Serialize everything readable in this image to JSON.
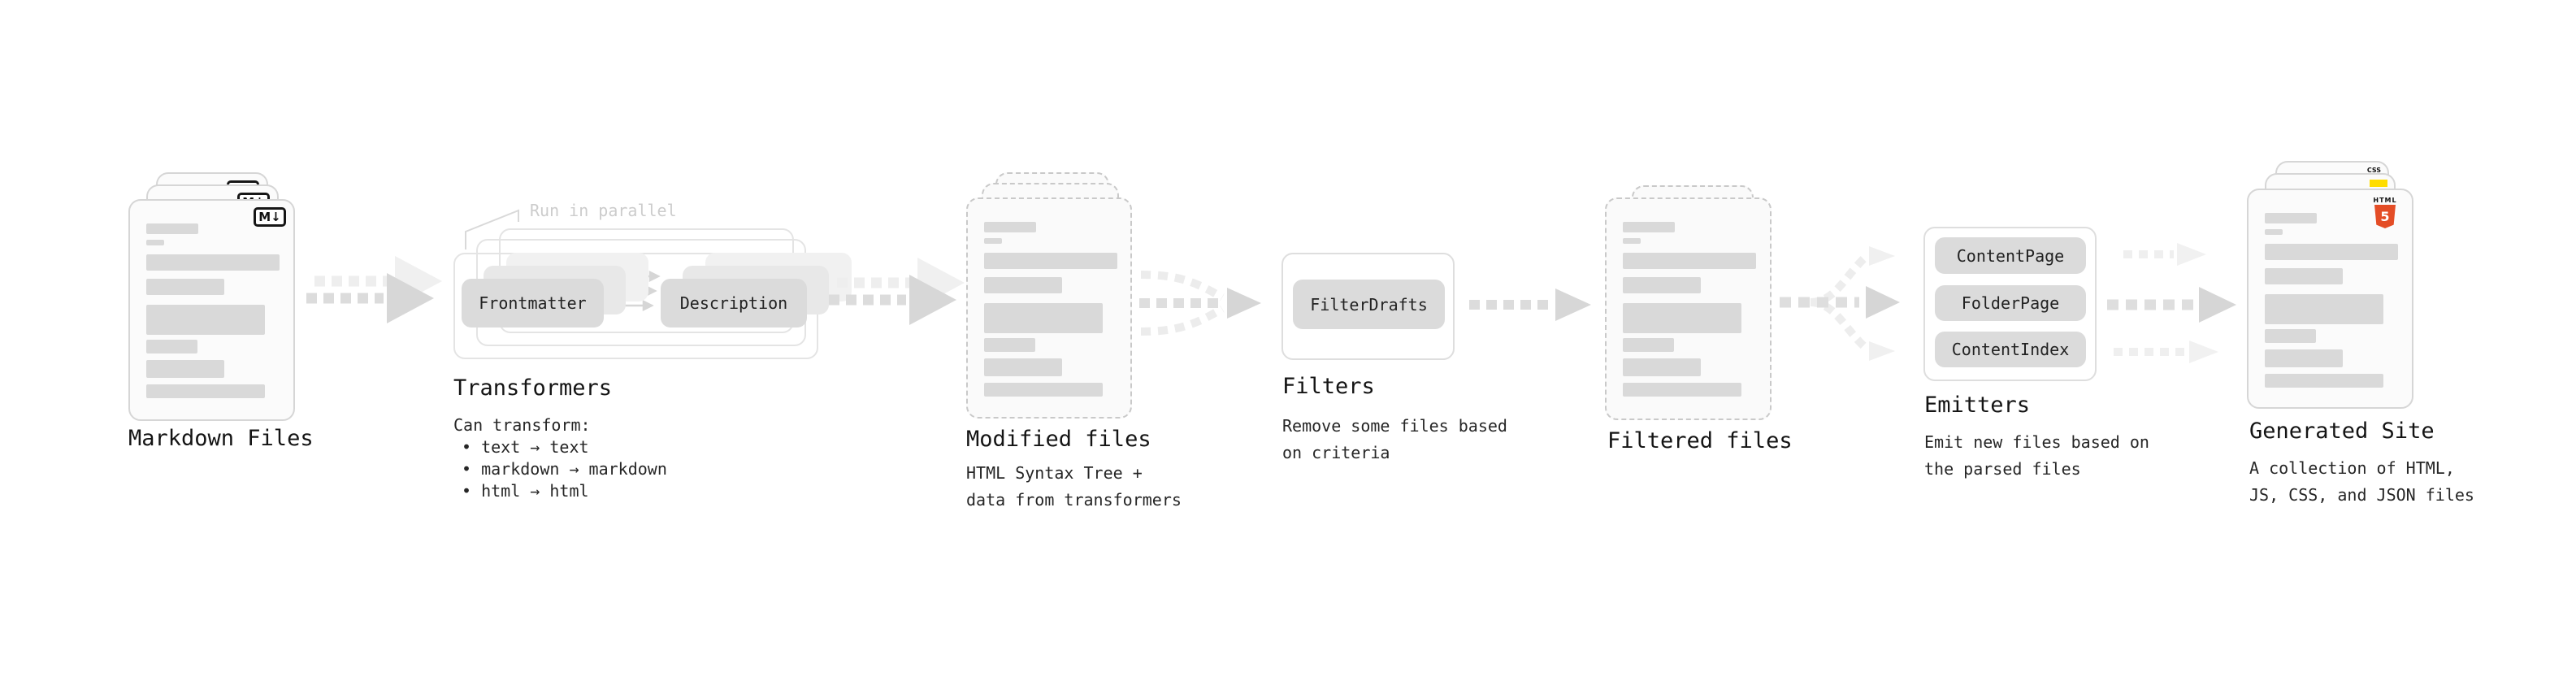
{
  "colors": {
    "html5_orange": "#e44d26",
    "js_yellow": "#ffdd00",
    "css_blue": "#2b6df0",
    "placeholder_gray": "#d9d9d9"
  },
  "stages": {
    "markdown_files": {
      "label": "Markdown Files",
      "badge": "M↓"
    },
    "transformers": {
      "label": "Transformers",
      "annotation": "Run in parallel",
      "source_pill": "Frontmatter",
      "target_pill": "Description",
      "desc_title": "Can transform:",
      "bullets": [
        "• text → text",
        "• markdown → markdown",
        "• html → html"
      ]
    },
    "modified_files": {
      "label": "Modified files",
      "desc": [
        "HTML Syntax Tree +",
        "data from transformers"
      ]
    },
    "filters": {
      "label": "Filters",
      "pill": "FilterDrafts",
      "desc": [
        "Remove some files based",
        "on criteria"
      ]
    },
    "filtered_files": {
      "label": "Filtered files"
    },
    "emitters": {
      "label": "Emitters",
      "pills": [
        "ContentPage",
        "FolderPage",
        "ContentIndex"
      ],
      "desc": [
        "Emit new files based on",
        "the parsed files"
      ]
    },
    "generated_site": {
      "label": "Generated Site",
      "desc": [
        "A collection of HTML,",
        "JS, CSS, and JSON files"
      ],
      "html_logo_text": "HTML",
      "html_logo_number": "5",
      "css_badge": "CSS"
    }
  }
}
